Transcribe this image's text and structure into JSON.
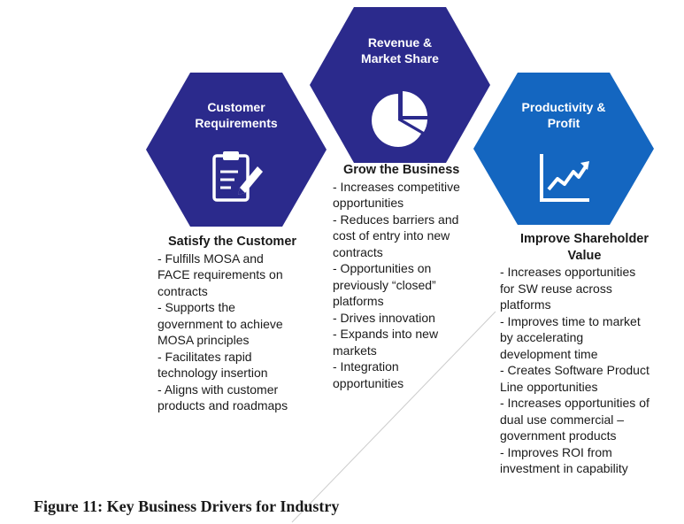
{
  "colors": {
    "hex_left": "#2b2a8c",
    "hex_center": "#2b2a8c",
    "hex_right": "#1466c0",
    "hex_text": "#ffffff",
    "body_text": "#1a1a1a"
  },
  "hexagons": [
    {
      "title_line1": "Customer",
      "title_line2": "Requirements",
      "icon": "clipboard-pencil-icon"
    },
    {
      "title_line1": "Revenue &",
      "title_line2": "Market Share",
      "icon": "pie-chart-icon"
    },
    {
      "title_line1": "Productivity &",
      "title_line2": "Profit",
      "icon": "line-chart-icon"
    }
  ],
  "blocks": [
    {
      "title": "Satisfy the Customer",
      "lines": [
        "- Fulfills MOSA and",
        "FACE requirements on",
        "contracts",
        "- Supports the",
        "government to achieve",
        "MOSA principles",
        "- Facilitates rapid",
        "technology insertion",
        "- Aligns with customer",
        "products and roadmaps"
      ]
    },
    {
      "title": "Grow the Business",
      "lines": [
        "- Increases competitive",
        "opportunities",
        "- Reduces barriers and",
        "cost of entry into new",
        "contracts",
        "- Opportunities on",
        "previously “closed”",
        "platforms",
        "- Drives innovation",
        "- Expands into new",
        "markets",
        "- Integration",
        "opportunities"
      ]
    },
    {
      "title_line1": "Improve Shareholder",
      "title_line2": "Value",
      "lines": [
        "- Increases opportunities",
        "for SW reuse across",
        "platforms",
        "- Improves time to market",
        "by accelerating",
        "development time",
        "- Creates Software Product",
        "Line opportunities",
        "- Increases opportunities of",
        "dual use commercial –",
        "government products",
        "- Improves ROI from",
        "investment in capability"
      ]
    }
  ],
  "caption": "Figure 11: Key Business Drivers for Industry"
}
